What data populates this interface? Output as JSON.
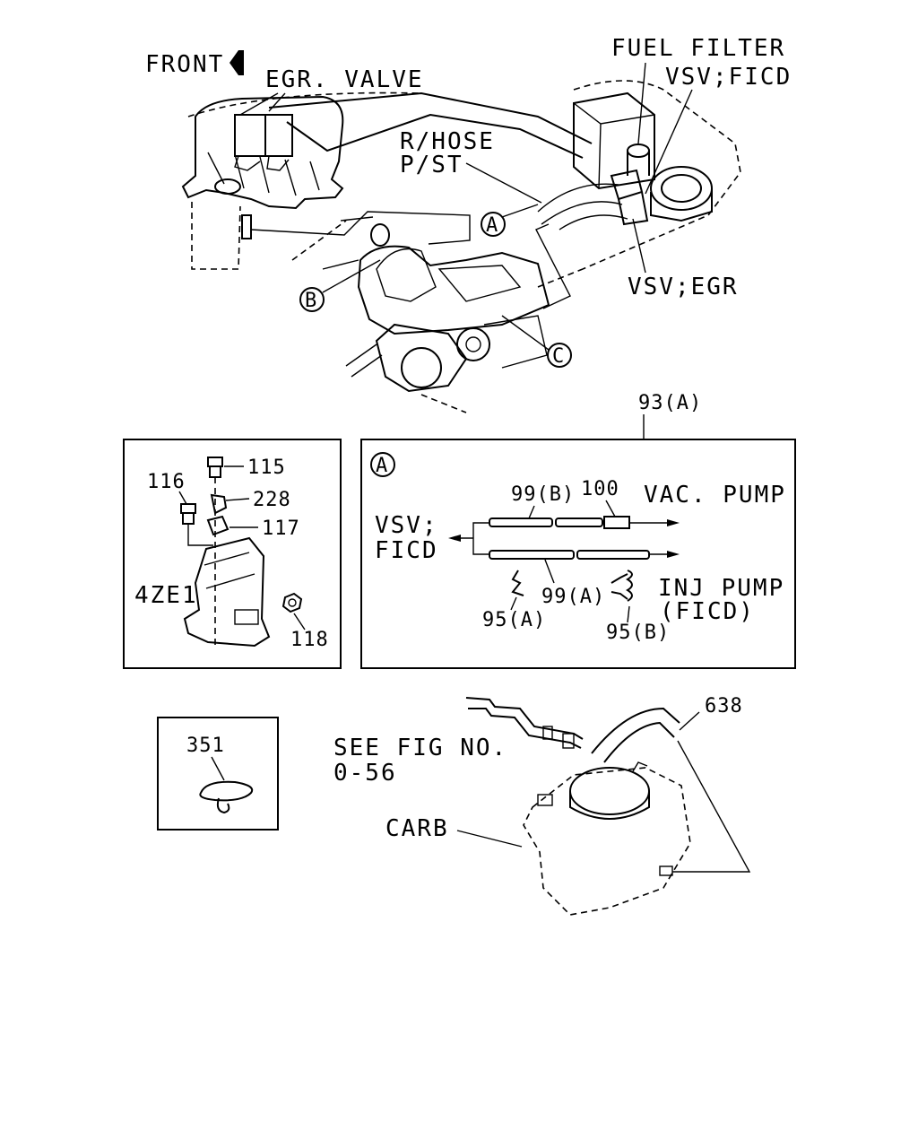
{
  "labels": {
    "front": "FRONT",
    "egr_valve": "EGR. VALVE",
    "fuel_filter": "FUEL FILTER",
    "vsv_ficd_top": "VSV;FICD",
    "r_hose": "R/HOSE",
    "p_st": "P/ST",
    "vsv_egr": "VSV;EGR",
    "callout_a": "A",
    "callout_b": "B",
    "callout_c": "C"
  },
  "left_panel": {
    "part_115": "115",
    "part_116": "116",
    "part_228": "228",
    "part_117": "117",
    "engine_code": "4ZE1",
    "part_118": "118"
  },
  "detail_a": {
    "ref": "93(A)",
    "circle_label": "A",
    "part_99b": "99(B)",
    "part_100": "100",
    "vac_pump": "VAC. PUMP",
    "vsv_ficd_line1": "VSV;",
    "vsv_ficd_line2": "FICD",
    "part_99a": "99(A)",
    "part_95a": "95(A)",
    "inj_pump_line1": "INJ PUMP",
    "inj_pump_line2": "(FICD)",
    "part_95b": "95(B)"
  },
  "clip_panel": {
    "part_351": "351"
  },
  "bottom": {
    "see_fig_line1": "SEE FIG NO.",
    "see_fig_line2": "0-56",
    "part_638": "638",
    "carb": "CARB"
  }
}
